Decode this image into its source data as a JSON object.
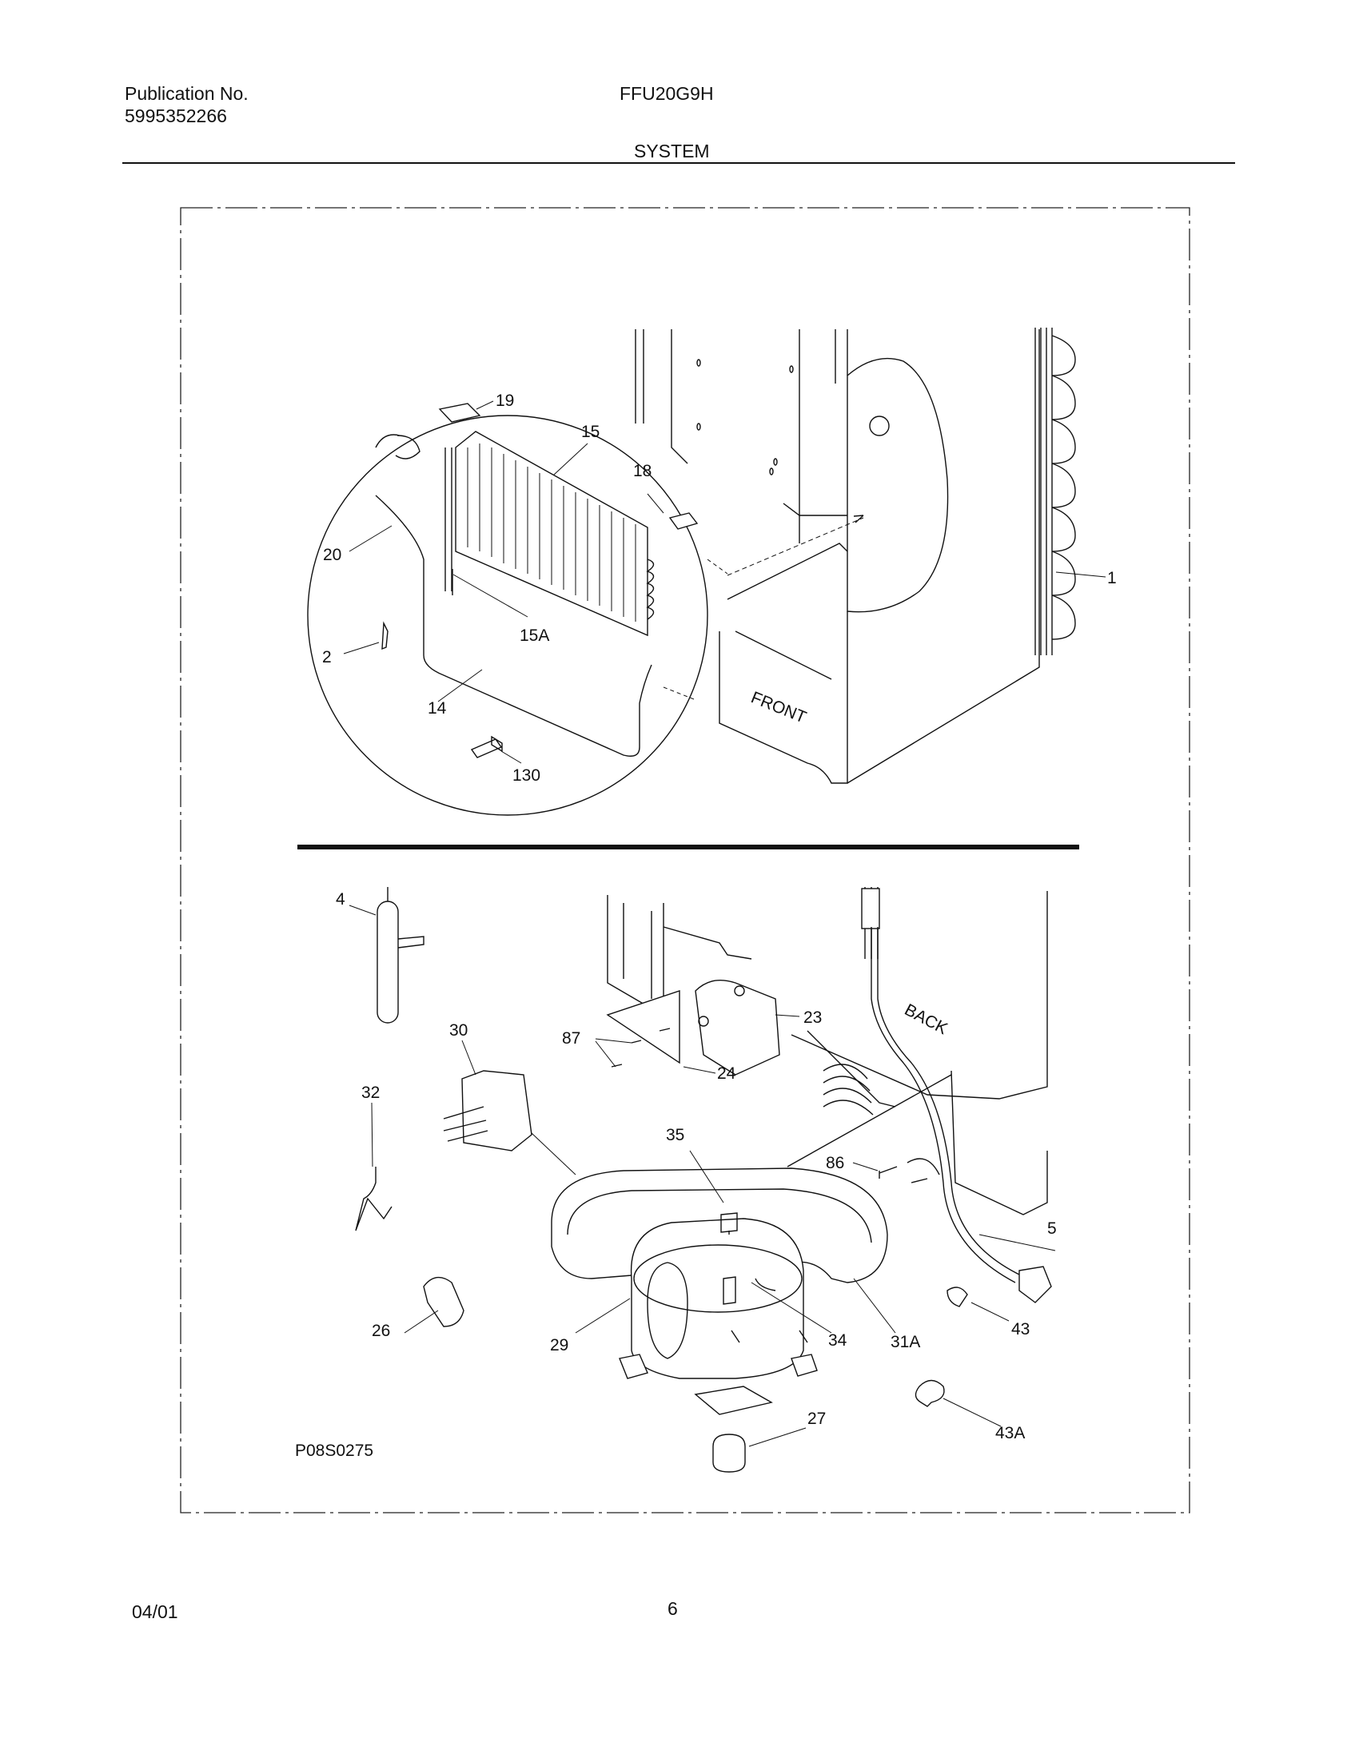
{
  "header": {
    "publication_label": "Publication No.",
    "publication_number": "5995352266",
    "model": "FFU20G9H",
    "section_title": "SYSTEM"
  },
  "diagram": {
    "figure_code": "P08S0275",
    "orientation_labels": {
      "front": "FRONT",
      "back": "BACK"
    },
    "callouts": {
      "p1": "1",
      "p2": "2",
      "p4": "4",
      "p5": "5",
      "p14": "14",
      "p15": "15",
      "p15a": "15A",
      "p18": "18",
      "p19": "19",
      "p20": "20",
      "p23": "23",
      "p24": "24",
      "p26": "26",
      "p27": "27",
      "p29": "29",
      "p30": "30",
      "p31a": "31A",
      "p32": "32",
      "p34": "34",
      "p35": "35",
      "p43": "43",
      "p43a": "43A",
      "p86": "86",
      "p87": "87",
      "p130": "130"
    }
  },
  "footer": {
    "date": "04/01",
    "page_number": "6"
  }
}
